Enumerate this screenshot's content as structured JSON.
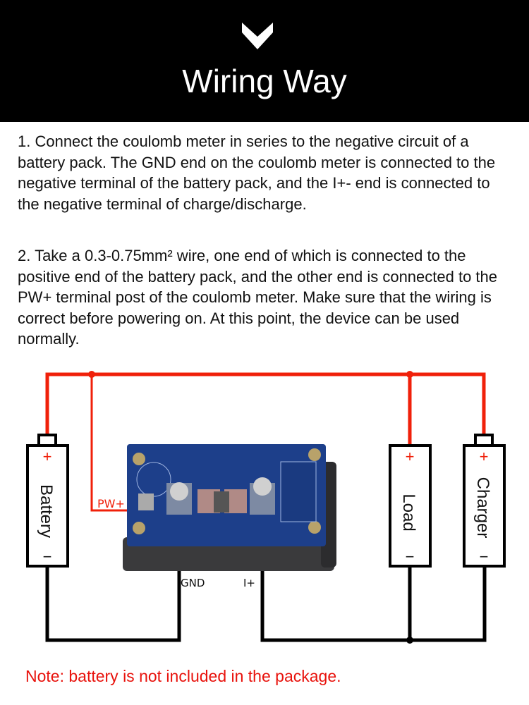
{
  "header": {
    "icon": "chevron-down-icon",
    "title": "Wiring Way",
    "background": "#000000"
  },
  "instructions": [
    "1. Connect the coulomb meter in series to the negative circuit of a battery pack. The GND end on the coulomb meter is connected to the negative terminal of the battery pack, and the I+- end is connected to the negative terminal of charge/discharge.",
    "2. Take a 0.3-0.75mm² wire, one end of which is connected to the positive end of the battery pack, and the other end is connected to the PW+ terminal post of the coulomb meter. Make sure that the wiring is correct before powering on. At this point, the device can be used normally."
  ],
  "diagram": {
    "components": [
      {
        "name": "Battery",
        "plus": "+",
        "minus": "−"
      },
      {
        "name": "Load",
        "plus": "+",
        "minus": "−"
      },
      {
        "name": "Charger",
        "plus": "+",
        "minus": "−"
      }
    ],
    "terminals": {
      "pw_plus": "PW+",
      "gnd": "GND",
      "i_plus": "I+"
    },
    "colors": {
      "positive_wire": "#f0200a",
      "negative_wire": "#000000",
      "pcb": "#1d3f8a"
    }
  },
  "note": "Note: battery is not included in the package."
}
